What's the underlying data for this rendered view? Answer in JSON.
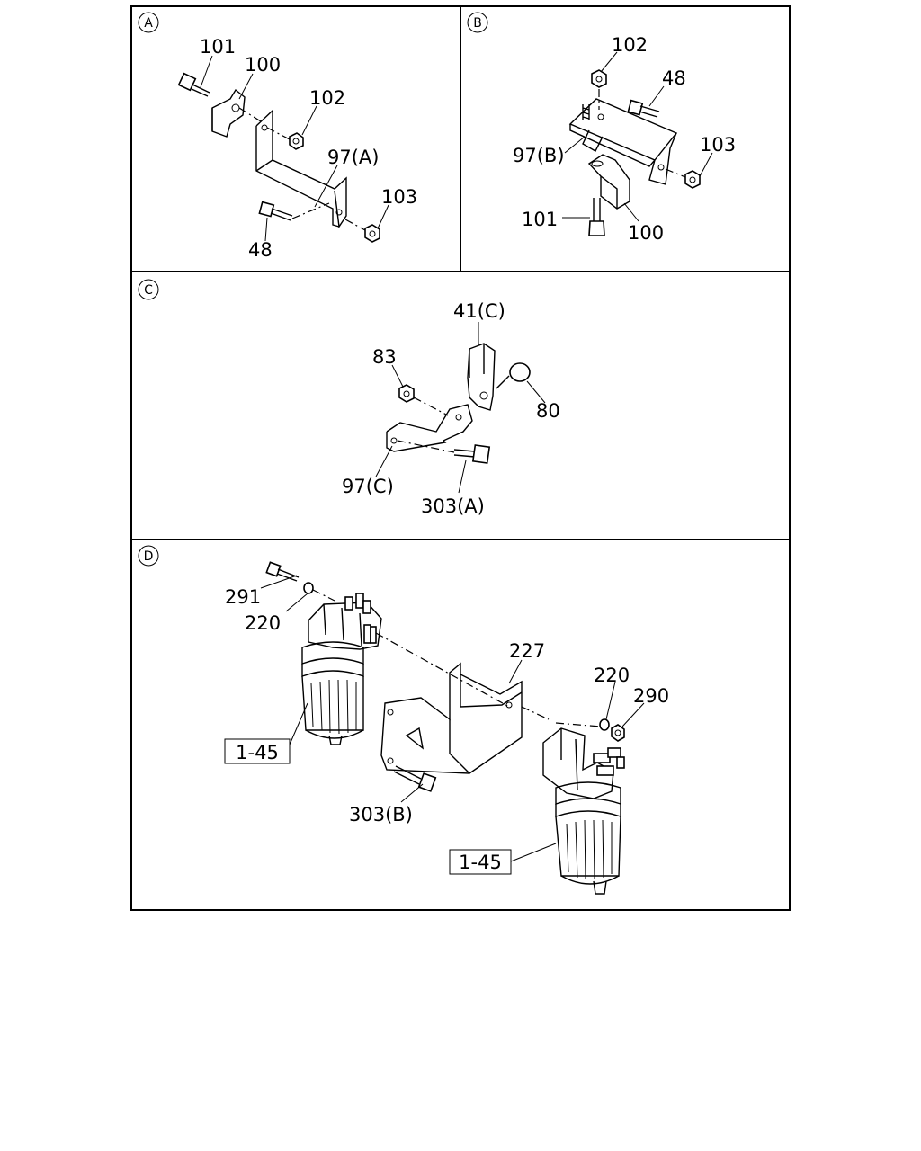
{
  "panels": {
    "a": {
      "marker": "A",
      "labels": {
        "p101": "101",
        "p100": "100",
        "p102": "102",
        "p97": "97(A)",
        "p103": "103",
        "p48": "48"
      }
    },
    "b": {
      "marker": "B",
      "labels": {
        "p102": "102",
        "p48": "48",
        "p103": "103",
        "p97": "97(B)",
        "p101": "101",
        "p100": "100"
      }
    },
    "c": {
      "marker": "C",
      "labels": {
        "p41": "41(C)",
        "p83": "83",
        "p80": "80",
        "p97": "97(C)",
        "p303": "303(A)"
      }
    },
    "d": {
      "marker": "D",
      "labels": {
        "p291": "291",
        "p220a": "220",
        "p227": "227",
        "p220b": "220",
        "p290": "290",
        "p303": "303(B)",
        "ref1": "1-45",
        "ref2": "1-45"
      }
    }
  }
}
